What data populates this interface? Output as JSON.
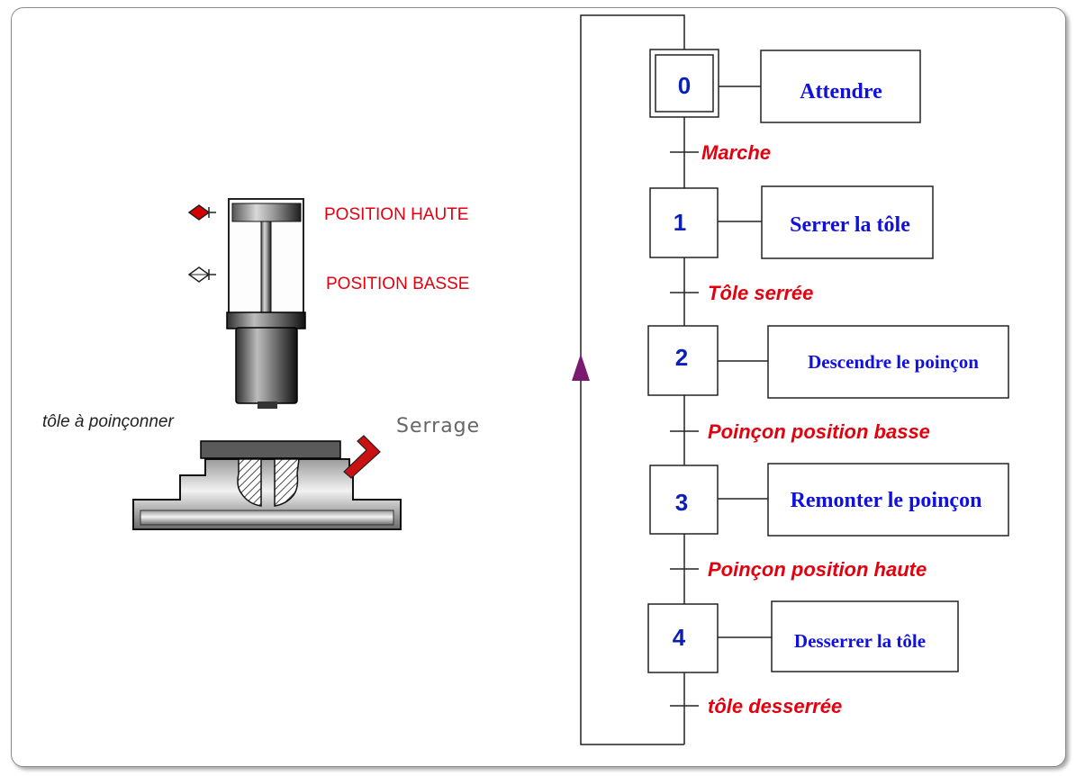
{
  "mechanism": {
    "sensor_top_label": "POSITION HAUTE",
    "sensor_bottom_label": "POSITION BASSE",
    "sheet_label": "tôle à poinçonner",
    "clamp_label": "Serrage"
  },
  "grafcet": {
    "steps": [
      {
        "number": "0",
        "action": "Attendre",
        "initial": true
      },
      {
        "number": "1",
        "action": "Serrer la tôle"
      },
      {
        "number": "2",
        "action": "Descendre le poinçon"
      },
      {
        "number": "3",
        "action": "Remonter le poinçon"
      },
      {
        "number": "4",
        "action": "Desserrer la tôle"
      }
    ],
    "transitions": [
      "Marche",
      "Tôle serrée",
      "Poinçon position basse",
      "Poinçon position  haute",
      "tôle desserrée"
    ]
  },
  "colors": {
    "transition_text": "#e3000f",
    "action_text": "#1010e0",
    "step_number": "#0b1fb5",
    "loop_arrow": "#7a1a6e"
  }
}
